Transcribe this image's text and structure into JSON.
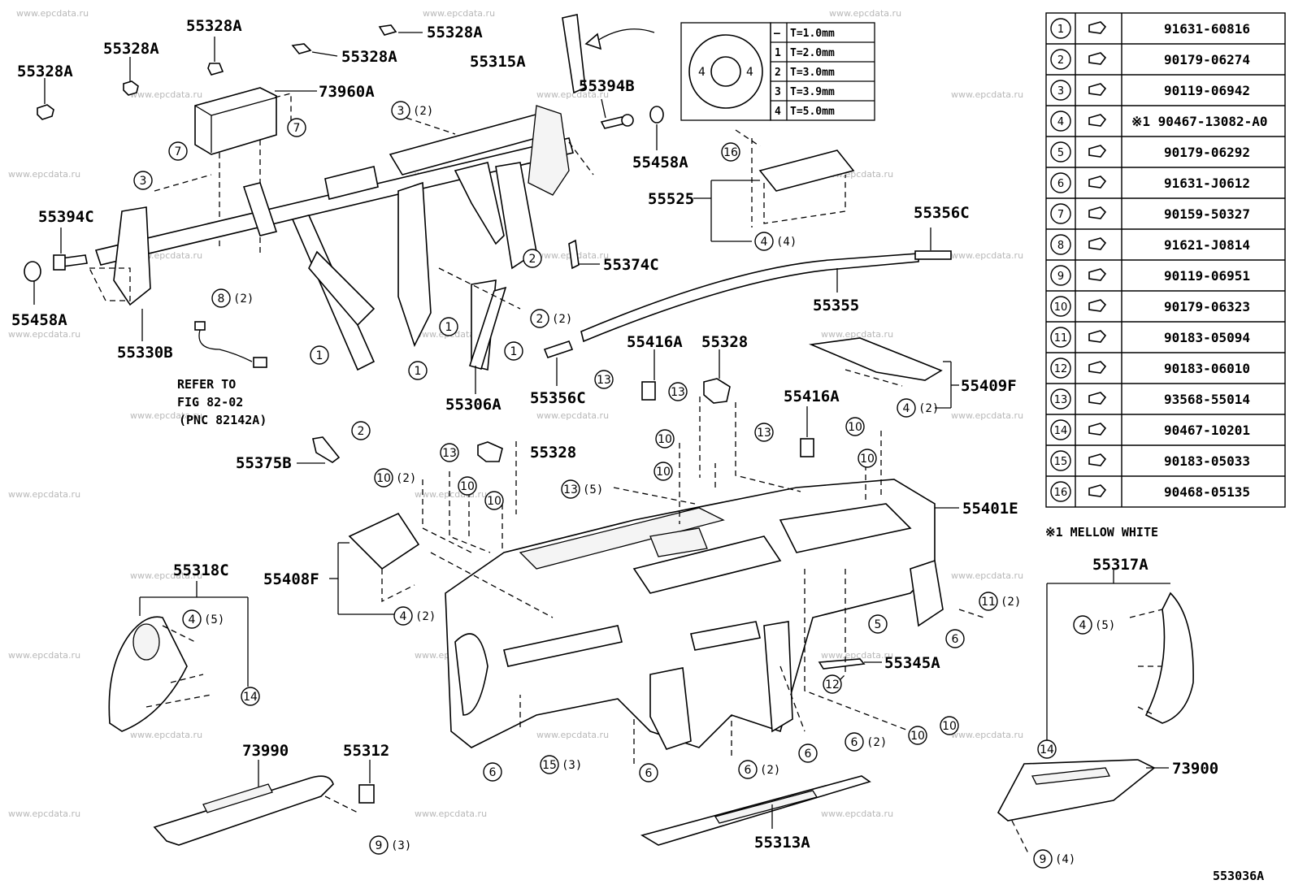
{
  "diagram_id": "553036A",
  "watermark": "www.epcdata.ru",
  "part_labels": {
    "p55328A_1": "55328A",
    "p55328A_2": "55328A",
    "p55328A_3": "55328A",
    "p55328A_4": "55328A",
    "p55328A_5": "55328A",
    "p73960A": "73960A",
    "p55315A": "55315A",
    "p55394B": "55394B",
    "p55458A_1": "55458A",
    "p55525": "55525",
    "p55394C": "55394C",
    "p55458A_2": "55458A",
    "p55330B": "55330B",
    "p55374C": "55374C",
    "p55356C_1": "55356C",
    "p55355": "55355",
    "p55416A_1": "55416A",
    "p55328_1": "55328",
    "p55409F": "55409F",
    "p55356C_2": "55356C",
    "p55306A": "55306A",
    "p55416A_2": "55416A",
    "p55375B": "55375B",
    "p55328_2": "55328",
    "p55401E": "55401E",
    "p55408F": "55408F",
    "p55318C": "55318C",
    "p55317A": "55317A",
    "p55345A": "55345A",
    "p73990": "73990",
    "p55312": "55312",
    "p73900": "73900",
    "p55313A": "55313A"
  },
  "refer_note": {
    "line1": "REFER TO",
    "line2": "FIG 82-02",
    "line3": "(PNC 82142A)"
  },
  "shim_table": {
    "rows": [
      {
        "code": "—",
        "value": "T=1.0mm"
      },
      {
        "code": "1",
        "value": "T=2.0mm"
      },
      {
        "code": "2",
        "value": "T=3.0mm"
      },
      {
        "code": "3",
        "value": "T=3.9mm"
      },
      {
        "code": "4",
        "value": "T=5.0mm"
      }
    ]
  },
  "fastener_table": {
    "rows": [
      {
        "index": "1",
        "part_no": "91631-60816"
      },
      {
        "index": "2",
        "part_no": "90179-06274"
      },
      {
        "index": "3",
        "part_no": "90119-06942"
      },
      {
        "index": "4",
        "part_no": "※1 90467-13082-A0"
      },
      {
        "index": "5",
        "part_no": "90179-06292"
      },
      {
        "index": "6",
        "part_no": "91631-J0612"
      },
      {
        "index": "7",
        "part_no": "90159-50327"
      },
      {
        "index": "8",
        "part_no": "91621-J0814"
      },
      {
        "index": "9",
        "part_no": "90119-06951"
      },
      {
        "index": "10",
        "part_no": "90179-06323"
      },
      {
        "index": "11",
        "part_no": "90183-05094"
      },
      {
        "index": "12",
        "part_no": "90183-06010"
      },
      {
        "index": "13",
        "part_no": "93568-55014"
      },
      {
        "index": "14",
        "part_no": "90467-10201"
      },
      {
        "index": "15",
        "part_no": "90183-05033"
      },
      {
        "index": "16",
        "part_no": "90468-05135"
      }
    ],
    "footnote": "※1  MELLOW  WHITE"
  },
  "callouts": [
    {
      "n": "7",
      "qty": ""
    },
    {
      "n": "7",
      "qty": ""
    },
    {
      "n": "3",
      "qty": ""
    },
    {
      "n": "3",
      "qty": "(2)"
    },
    {
      "n": "8",
      "qty": "(2)"
    },
    {
      "n": "1",
      "qty": ""
    },
    {
      "n": "1",
      "qty": ""
    },
    {
      "n": "1",
      "qty": ""
    },
    {
      "n": "1",
      "qty": ""
    },
    {
      "n": "2",
      "qty": ""
    },
    {
      "n": "2",
      "qty": "(2)"
    },
    {
      "n": "2",
      "qty": ""
    },
    {
      "n": "16",
      "qty": ""
    },
    {
      "n": "4",
      "qty": "(4)"
    },
    {
      "n": "13",
      "qty": ""
    },
    {
      "n": "13",
      "qty": ""
    },
    {
      "n": "13",
      "qty": ""
    },
    {
      "n": "13",
      "qty": ""
    },
    {
      "n": "13",
      "qty": "(5)"
    },
    {
      "n": "4",
      "qty": "(2)"
    },
    {
      "n": "10",
      "qty": ""
    },
    {
      "n": "10",
      "qty": ""
    },
    {
      "n": "10",
      "qty": ""
    },
    {
      "n": "10",
      "qty": ""
    },
    {
      "n": "10",
      "qty": "(2)"
    },
    {
      "n": "10",
      "qty": ""
    },
    {
      "n": "10",
      "qty": ""
    },
    {
      "n": "4",
      "qty": "(2)"
    },
    {
      "n": "4",
      "qty": "(5)"
    },
    {
      "n": "14",
      "qty": ""
    },
    {
      "n": "11",
      "qty": "(2)"
    },
    {
      "n": "5",
      "qty": ""
    },
    {
      "n": "6",
      "qty": ""
    },
    {
      "n": "12",
      "qty": ""
    },
    {
      "n": "6",
      "qty": "(2)"
    },
    {
      "n": "10",
      "qty": ""
    },
    {
      "n": "10",
      "qty": ""
    },
    {
      "n": "6",
      "qty": ""
    },
    {
      "n": "6",
      "qty": ""
    },
    {
      "n": "6",
      "qty": "(2)"
    },
    {
      "n": "6",
      "qty": ""
    },
    {
      "n": "15",
      "qty": "(3)"
    },
    {
      "n": "4",
      "qty": "(5)"
    },
    {
      "n": "14",
      "qty": ""
    },
    {
      "n": "9",
      "qty": "(3)"
    },
    {
      "n": "9",
      "qty": "(4)"
    }
  ]
}
